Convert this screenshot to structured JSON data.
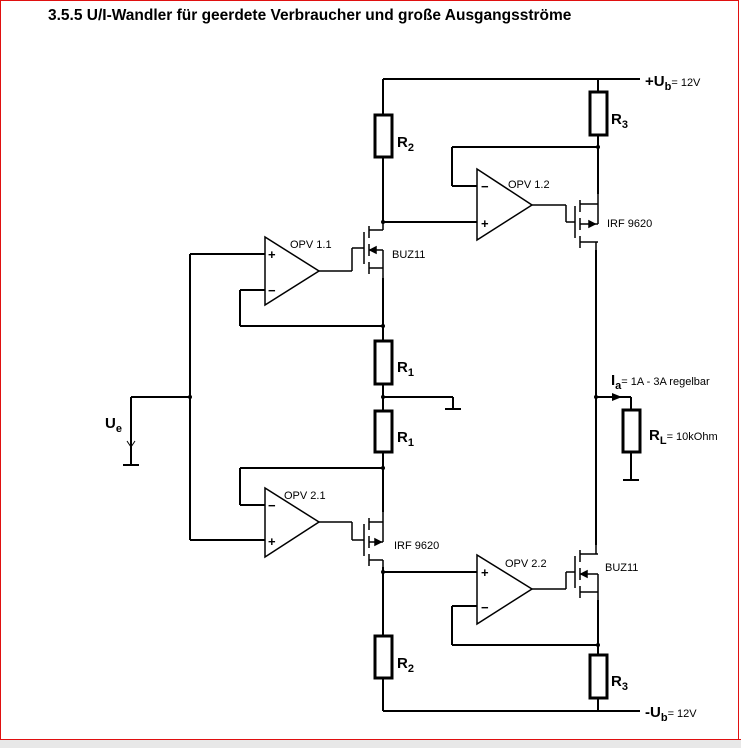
{
  "title": "3.5.5  U/I-Wandler für geerdete Verbraucher und große Ausgangsströme",
  "supply": {
    "pos": {
      "sign": "+",
      "main": "U",
      "sub": "b",
      "value": "= 12V"
    },
    "neg": {
      "sign": "-",
      "main": "U",
      "sub": "b",
      "value": "= 12V"
    }
  },
  "input": {
    "main": "U",
    "sub": "e"
  },
  "resistors": {
    "r2": {
      "main": "R",
      "sub": "2"
    },
    "r3": {
      "main": "R",
      "sub": "3"
    },
    "r1": {
      "main": "R",
      "sub": "1"
    },
    "rl": {
      "main": "R",
      "sub": "L",
      "value": "= 10kOhm"
    }
  },
  "output": {
    "main": "I",
    "sub": "a",
    "value": "= 1A - 3A regelbar"
  },
  "opamps": {
    "opv11": "OPV 1.1",
    "opv12": "OPV 1.2",
    "opv21": "OPV 2.1",
    "opv22": "OPV 2.2"
  },
  "transistors": {
    "buz11": "BUZ11",
    "irf9620": "IRF 9620"
  },
  "pin_labels": {
    "plus": "+",
    "minus": "−"
  }
}
